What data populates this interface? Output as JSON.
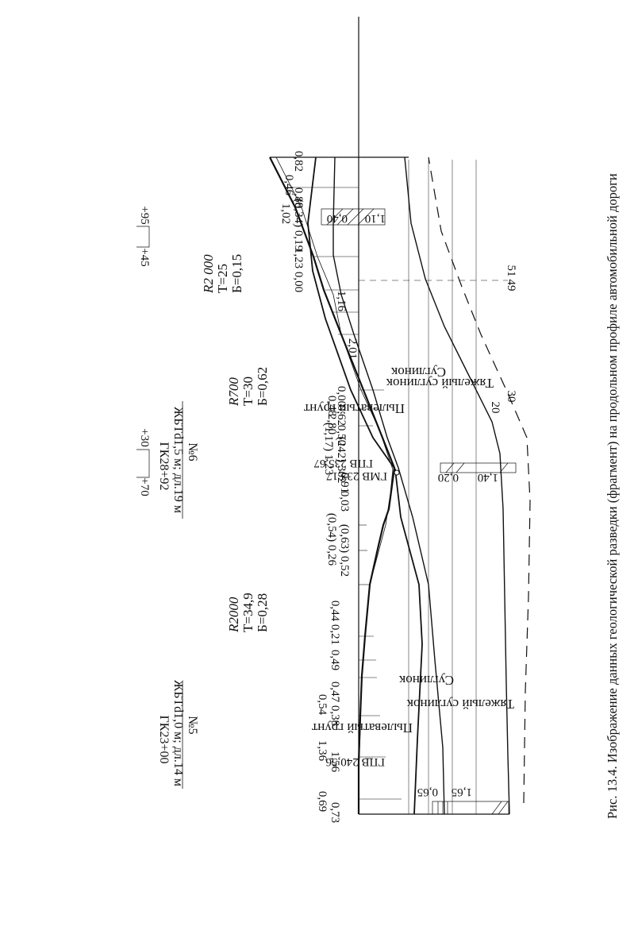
{
  "caption": "Рис. 13.4. Изображение данных геологической разведки (фрагмент) на продольном профиле автомобильной дороги",
  "curves": [
    {
      "name": "R2000",
      "t": "Т=34,9",
      "b": "Б=0,28"
    },
    {
      "name": "R700",
      "t": "Т=30",
      "b": "Б=0,62"
    },
    {
      "name": "R2 000",
      "t": "Т=25",
      "b": "Б=0,15"
    }
  ],
  "culverts": [
    {
      "num": "№5",
      "type": "ЖБТd1,0 м; дл.14 м",
      "pk": "ГК23+00"
    },
    {
      "num": "№6",
      "type": "ЖБТd1,5 м; дл.19 м",
      "pk": "ГК28+92"
    }
  ],
  "offsets": {
    "plus70": "+70",
    "plus30": "+30",
    "plus45": "+45",
    "plus95": "+95"
  },
  "marks": [
    "0,73",
    "0,69",
    "1,56",
    "1,36",
    "0,38",
    "0,54",
    "0,47",
    "0,49",
    "0,21",
    "0,44",
    "(0,63) 0,52",
    "(0,54) 0,26",
    "0,03",
    "0,91",
    "(242) 302",
    "(1,17) 1,23",
    "0,50",
    "2,80",
    "0,62",
    "0,48",
    "0,00",
    "2,01",
    "1,16",
    "0,00",
    "1,23",
    "(0,34) 0,19",
    "1,02",
    "0,88",
    "0,46",
    "0,82"
  ],
  "water": {
    "gpv1": "ГПВ 240,56",
    "gpv2": "ГПВ 235,67",
    "gmv": "ГМВ 233,17"
  },
  "soils": {
    "dusty": "Пылеватый грунт",
    "loam": "Суглинок",
    "heavy": "Тяжелый суглинок",
    "d1": "0,65",
    "d2": "1,65",
    "d3": "0,20",
    "d4": "1,40",
    "d5": "0,40",
    "d6": "1,10"
  },
  "bottom": {
    "n20": "20",
    "n30": "30",
    "n49": "49",
    "n51": "51"
  }
}
